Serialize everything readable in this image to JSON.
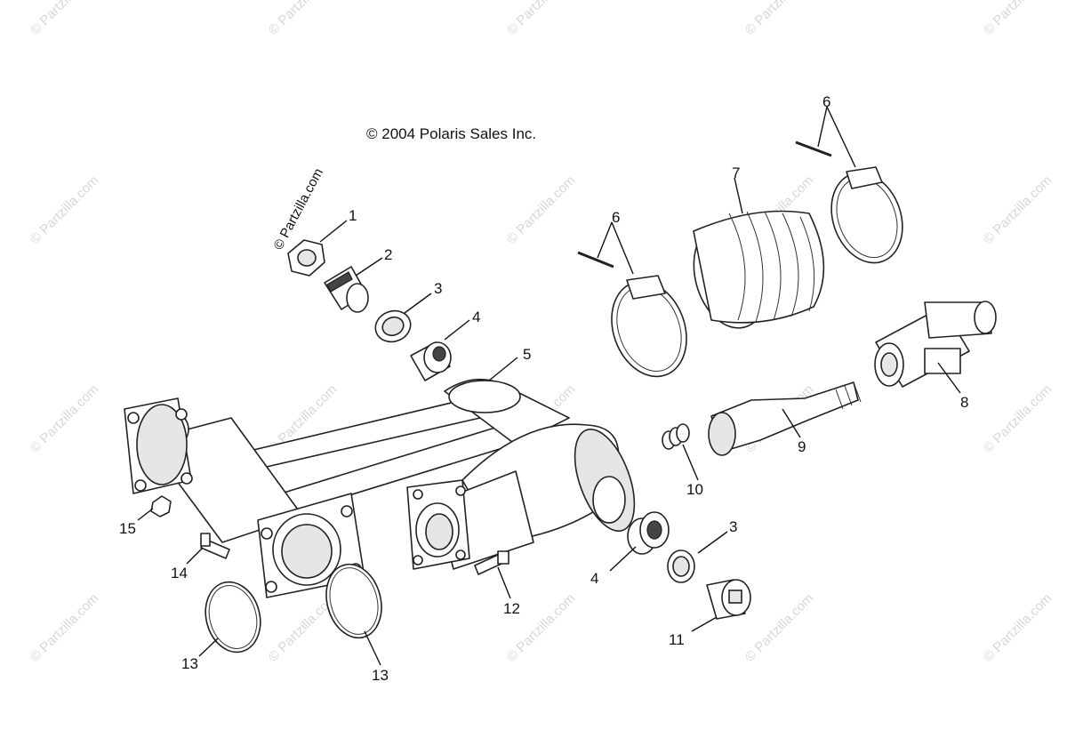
{
  "copyright": "© 2004 Polaris Sales Inc.",
  "watermark": "© Partzilla.com",
  "vertical_watermark": "© Partzilla.com",
  "callouts": {
    "c1": "1",
    "c2": "2",
    "c3a": "3",
    "c3b": "3",
    "c4a": "4",
    "c4b": "4",
    "c5": "5",
    "c6a": "6",
    "c6b": "6",
    "c7": "7",
    "c8": "8",
    "c9": "9",
    "c10": "10",
    "c11": "11",
    "c12": "12",
    "c13a": "13",
    "c13b": "13",
    "c14": "14",
    "c15": "15"
  }
}
